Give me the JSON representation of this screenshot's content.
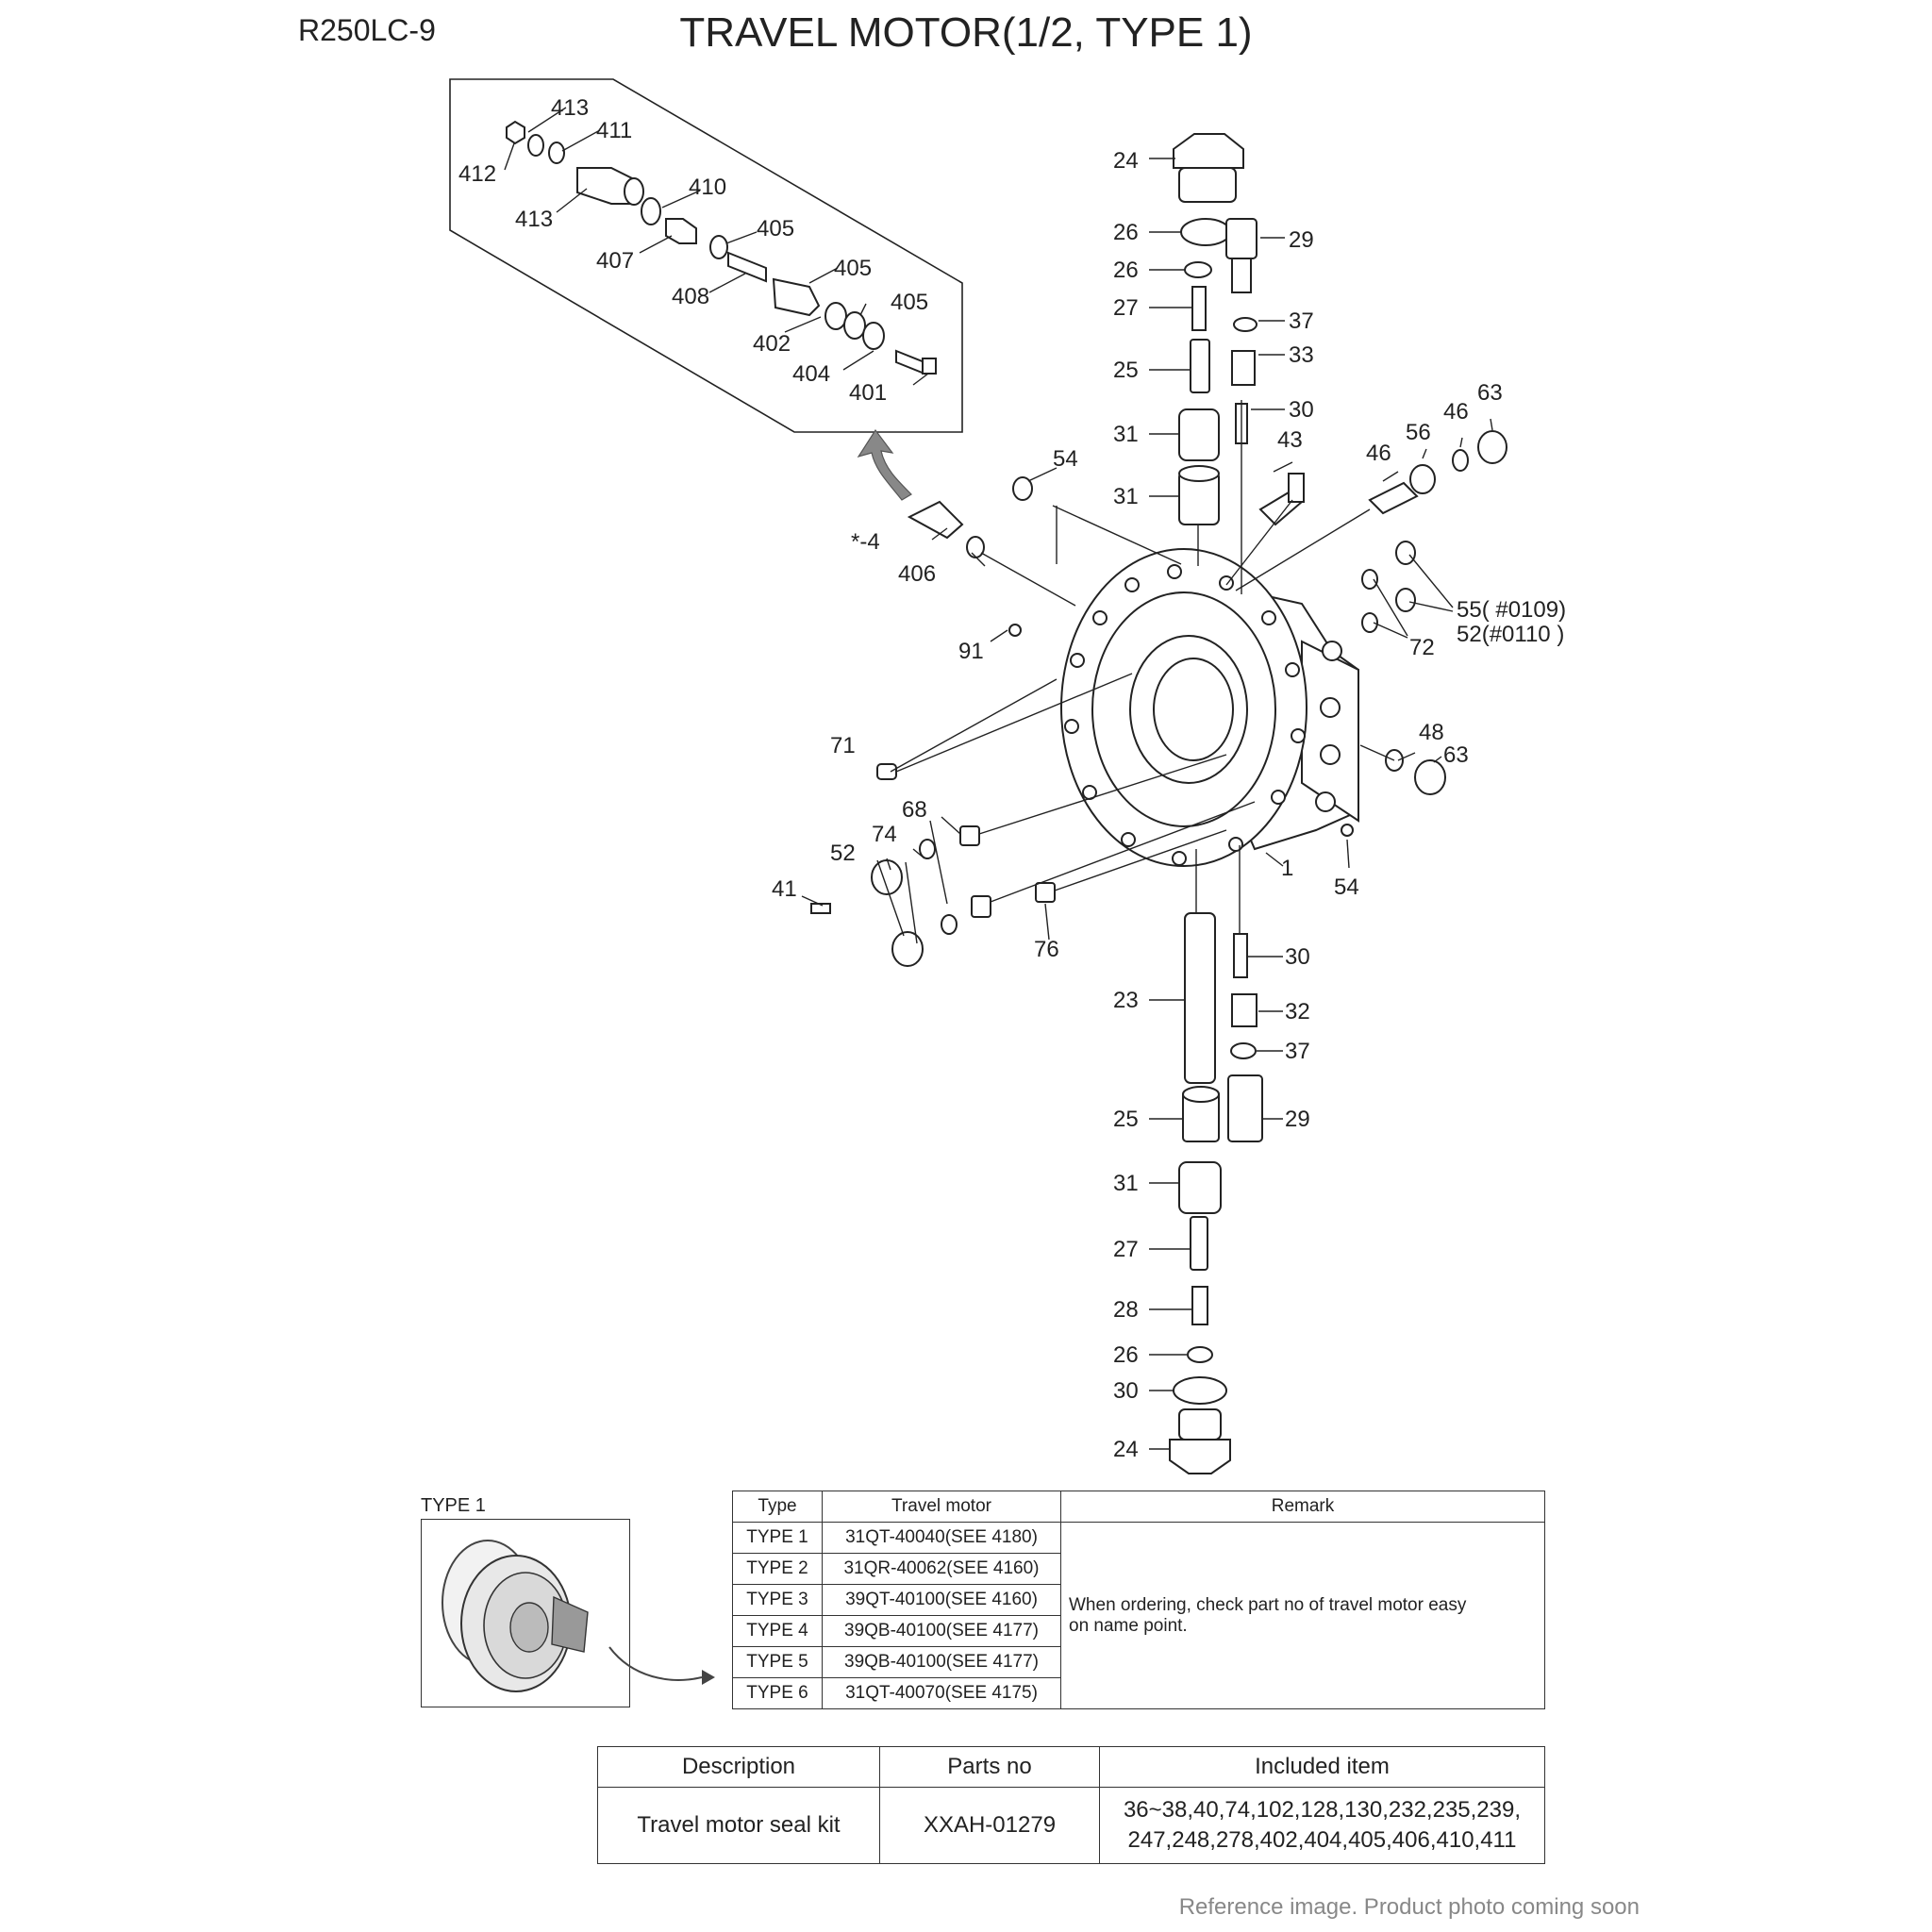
{
  "model": "R250LC-9",
  "title": "TRAVEL MOTOR(1/2, TYPE 1)",
  "callouts": {
    "inset": [
      "413",
      "411",
      "412",
      "413",
      "410",
      "407",
      "405",
      "408",
      "405",
      "402",
      "405",
      "404",
      "401"
    ],
    "main": [
      "24",
      "26",
      "29",
      "26",
      "27",
      "37",
      "25",
      "33",
      "30",
      "31",
      "43",
      "31",
      "54",
      "46",
      "56",
      "46",
      "63",
      "*-4",
      "406",
      "55( #0109)",
      "52(#0110 )",
      "72",
      "91",
      "71",
      "48",
      "63",
      "68",
      "74",
      "52",
      "1",
      "54",
      "41",
      "76",
      "30",
      "23",
      "32",
      "37",
      "25",
      "29",
      "31",
      "27",
      "28",
      "26",
      "30",
      "24"
    ]
  },
  "type_caption": "TYPE 1",
  "type_table": {
    "headers": [
      "Type",
      "Travel motor",
      "Remark"
    ],
    "rows": [
      {
        "type": "TYPE 1",
        "motor": "31QT-40040(SEE 4180)"
      },
      {
        "type": "TYPE 2",
        "motor": "31QR-40062(SEE 4160)"
      },
      {
        "type": "TYPE 3",
        "motor": "39QT-40100(SEE 4160)"
      },
      {
        "type": "TYPE 4",
        "motor": "39QB-40100(SEE 4177)"
      },
      {
        "type": "TYPE 5",
        "motor": "39QB-40100(SEE 4177)"
      },
      {
        "type": "TYPE 6",
        "motor": "31QT-40070(SEE 4175)"
      }
    ],
    "remark_line1": "When ordering, check part no of travel motor easy",
    "remark_line2": "on name point."
  },
  "kit_table": {
    "headers": [
      "Description",
      "Parts no",
      "Included item"
    ],
    "row": {
      "description": "Travel motor seal kit",
      "parts_no": "XXAH-01279",
      "included_line1": "36~38,40,74,102,128,130,232,235,239,",
      "included_line2": "247,248,278,402,404,405,406,410,411"
    }
  },
  "footer": "Reference image. Product photo coming soon",
  "colors": {
    "line": "#222222",
    "footer_text": "#888888",
    "arrow_fill": "#888888"
  }
}
